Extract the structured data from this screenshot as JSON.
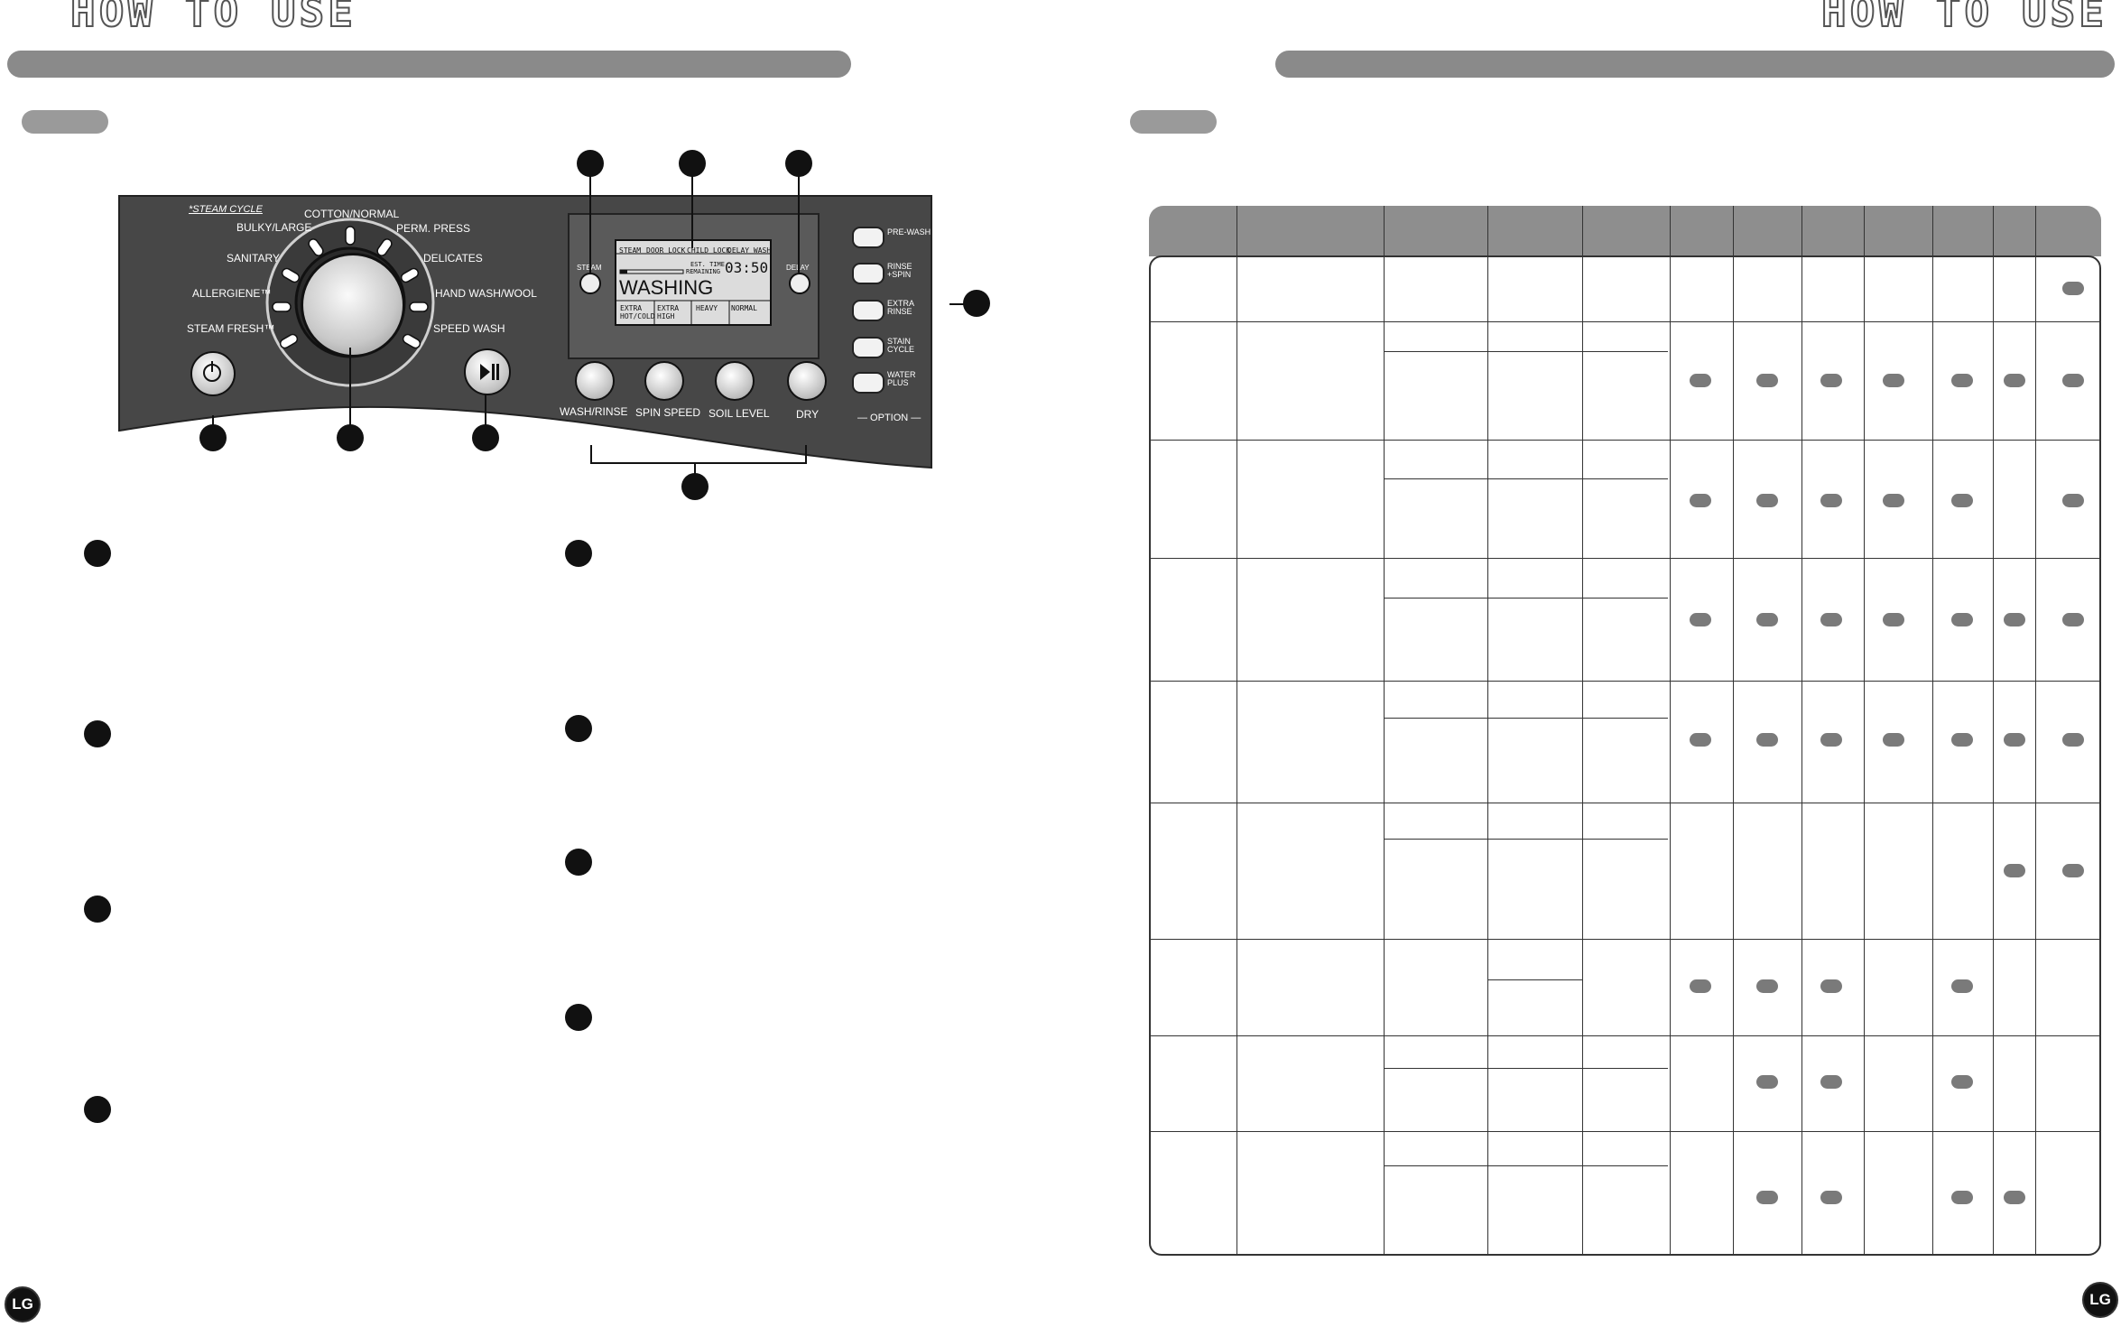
{
  "header": {
    "left_title": "HOW TO USE",
    "right_title": "HOW TO USE"
  },
  "panel": {
    "steam_cycle_note": "*STEAM CYCLE",
    "cycles": {
      "cotton_normal": "COTTON/NORMAL",
      "bulky_large": "BULKY/LARGE",
      "perm_press": "PERM. PRESS",
      "sanitary": "SANITARY",
      "delicates": "DELICATES",
      "allergiene": "ALLERGIENE™",
      "hand_wash_wool": "HAND WASH/WOOL",
      "steam_fresh": "STEAM FRESH™",
      "speed_wash": "SPEED WASH"
    },
    "steam_label": "STEAM",
    "delay_label": "DELAY",
    "display": {
      "steam": "STEAM",
      "door_lock": "DOOR LOCK",
      "child_lock": "CHILD LOCK",
      "delay_wash": "DELAY WASH",
      "est_time": "EST. TIME",
      "remaining": "REMAINING",
      "time": "03:50",
      "status": "WASHING",
      "extra_hot_cold_1": "EXTRA",
      "extra_hot_cold_2": "HOT/COLD",
      "extra_high_1": "EXTRA",
      "extra_high_2": "HIGH",
      "heavy": "HEAVY",
      "normal": "NORMAL"
    },
    "buttons": {
      "wash_rinse": "WASH/RINSE",
      "spin_speed": "SPIN SPEED",
      "soil_level": "SOIL LEVEL",
      "dry": "DRY"
    },
    "options": {
      "pre_wash": "PRE-WASH",
      "rinse_spin_1": "RINSE",
      "rinse_spin_2": "+SPIN",
      "extra_rinse_1": "EXTRA",
      "extra_rinse_2": "RINSE",
      "stain_cycle_1": "STAIN",
      "stain_cycle_2": "CYCLE",
      "water_plus_1": "WATER",
      "water_plus_2": "PLUS",
      "option_label": "— OPTION —"
    }
  },
  "table": {
    "row_count": 9
  },
  "logos": {
    "left": "LG",
    "right": "LG"
  }
}
